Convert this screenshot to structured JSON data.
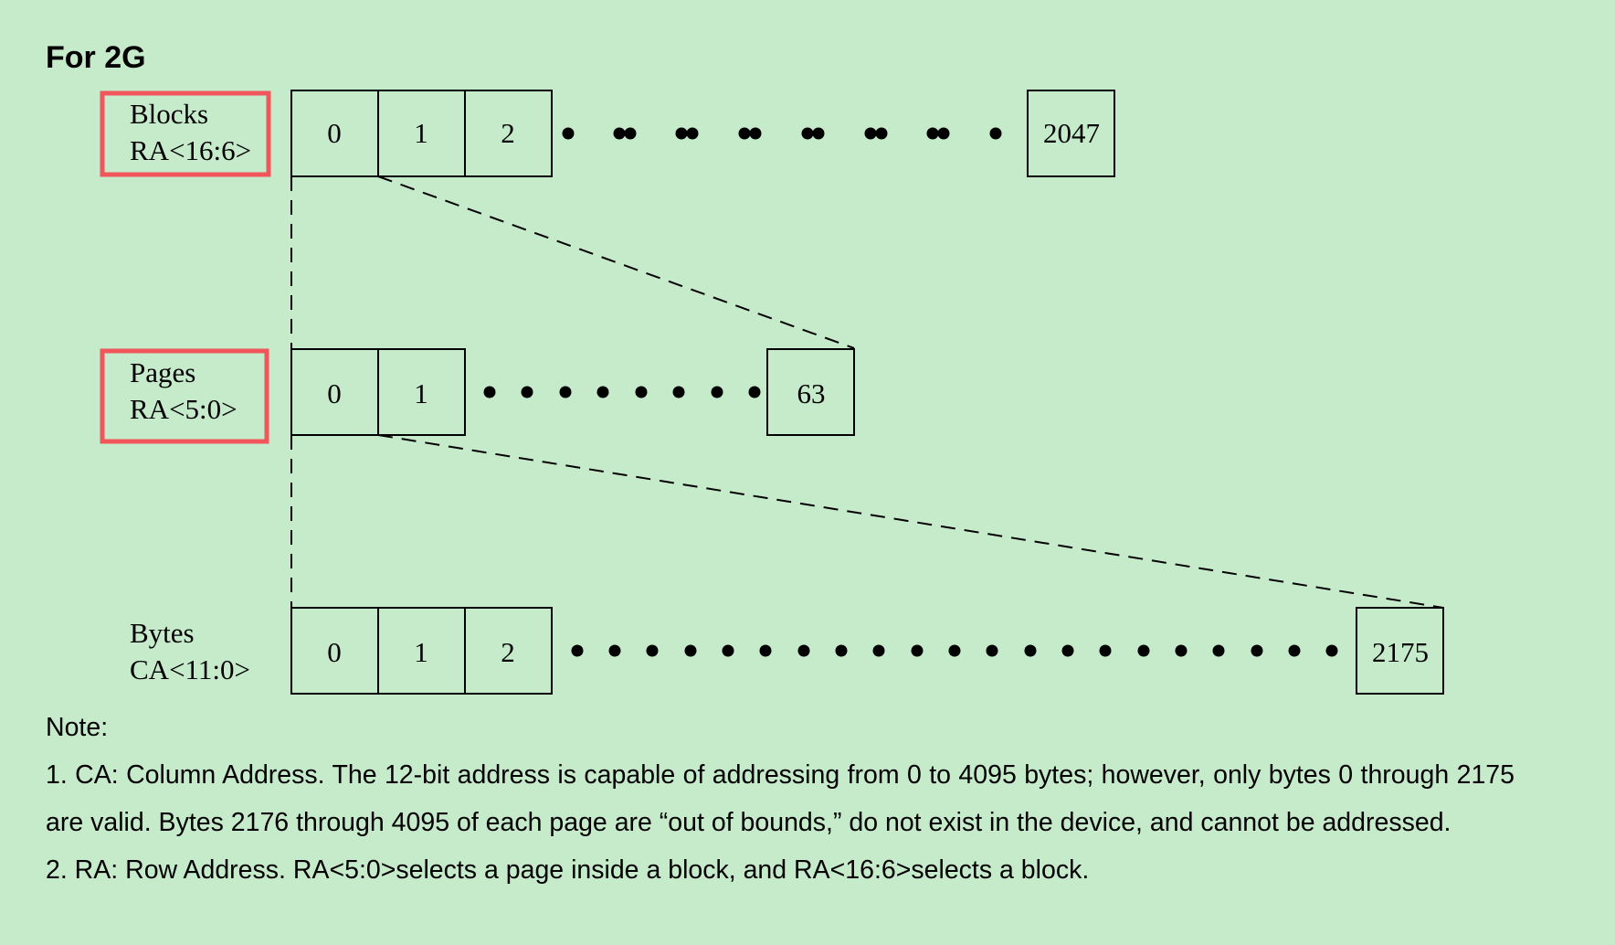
{
  "heading": "For 2G",
  "rows": [
    {
      "id": "blocks",
      "label_line1": "Blocks",
      "label_line2": "RA<16:6>",
      "highlighted": true,
      "cells": [
        "0",
        "1",
        "2",
        "2047"
      ]
    },
    {
      "id": "pages",
      "label_line1": "Pages",
      "label_line2": "RA<5:0>",
      "highlighted": true,
      "cells": [
        "0",
        "1",
        "63"
      ]
    },
    {
      "id": "bytes",
      "label_line1": "Bytes",
      "label_line2": "CA<11:0>",
      "highlighted": false,
      "cells": [
        "0",
        "1",
        "2",
        "2175"
      ]
    }
  ],
  "notes": {
    "title": "Note:",
    "items": [
      "1. CA: Column Address. The 12-bit address is capable of addressing from 0 to 4095 bytes; however, only bytes 0 through 2175 are valid. Bytes 2176 through 4095 of each page are “out of bounds,” do not exist in the device, and cannot be addressed.",
      "2. RA: Row Address. RA<5:0>selects a page inside a block, and RA<16:6>selects a block."
    ]
  },
  "colors": {
    "background": "#c6ebcb",
    "highlight": "#f0565a",
    "line": "#000000"
  }
}
